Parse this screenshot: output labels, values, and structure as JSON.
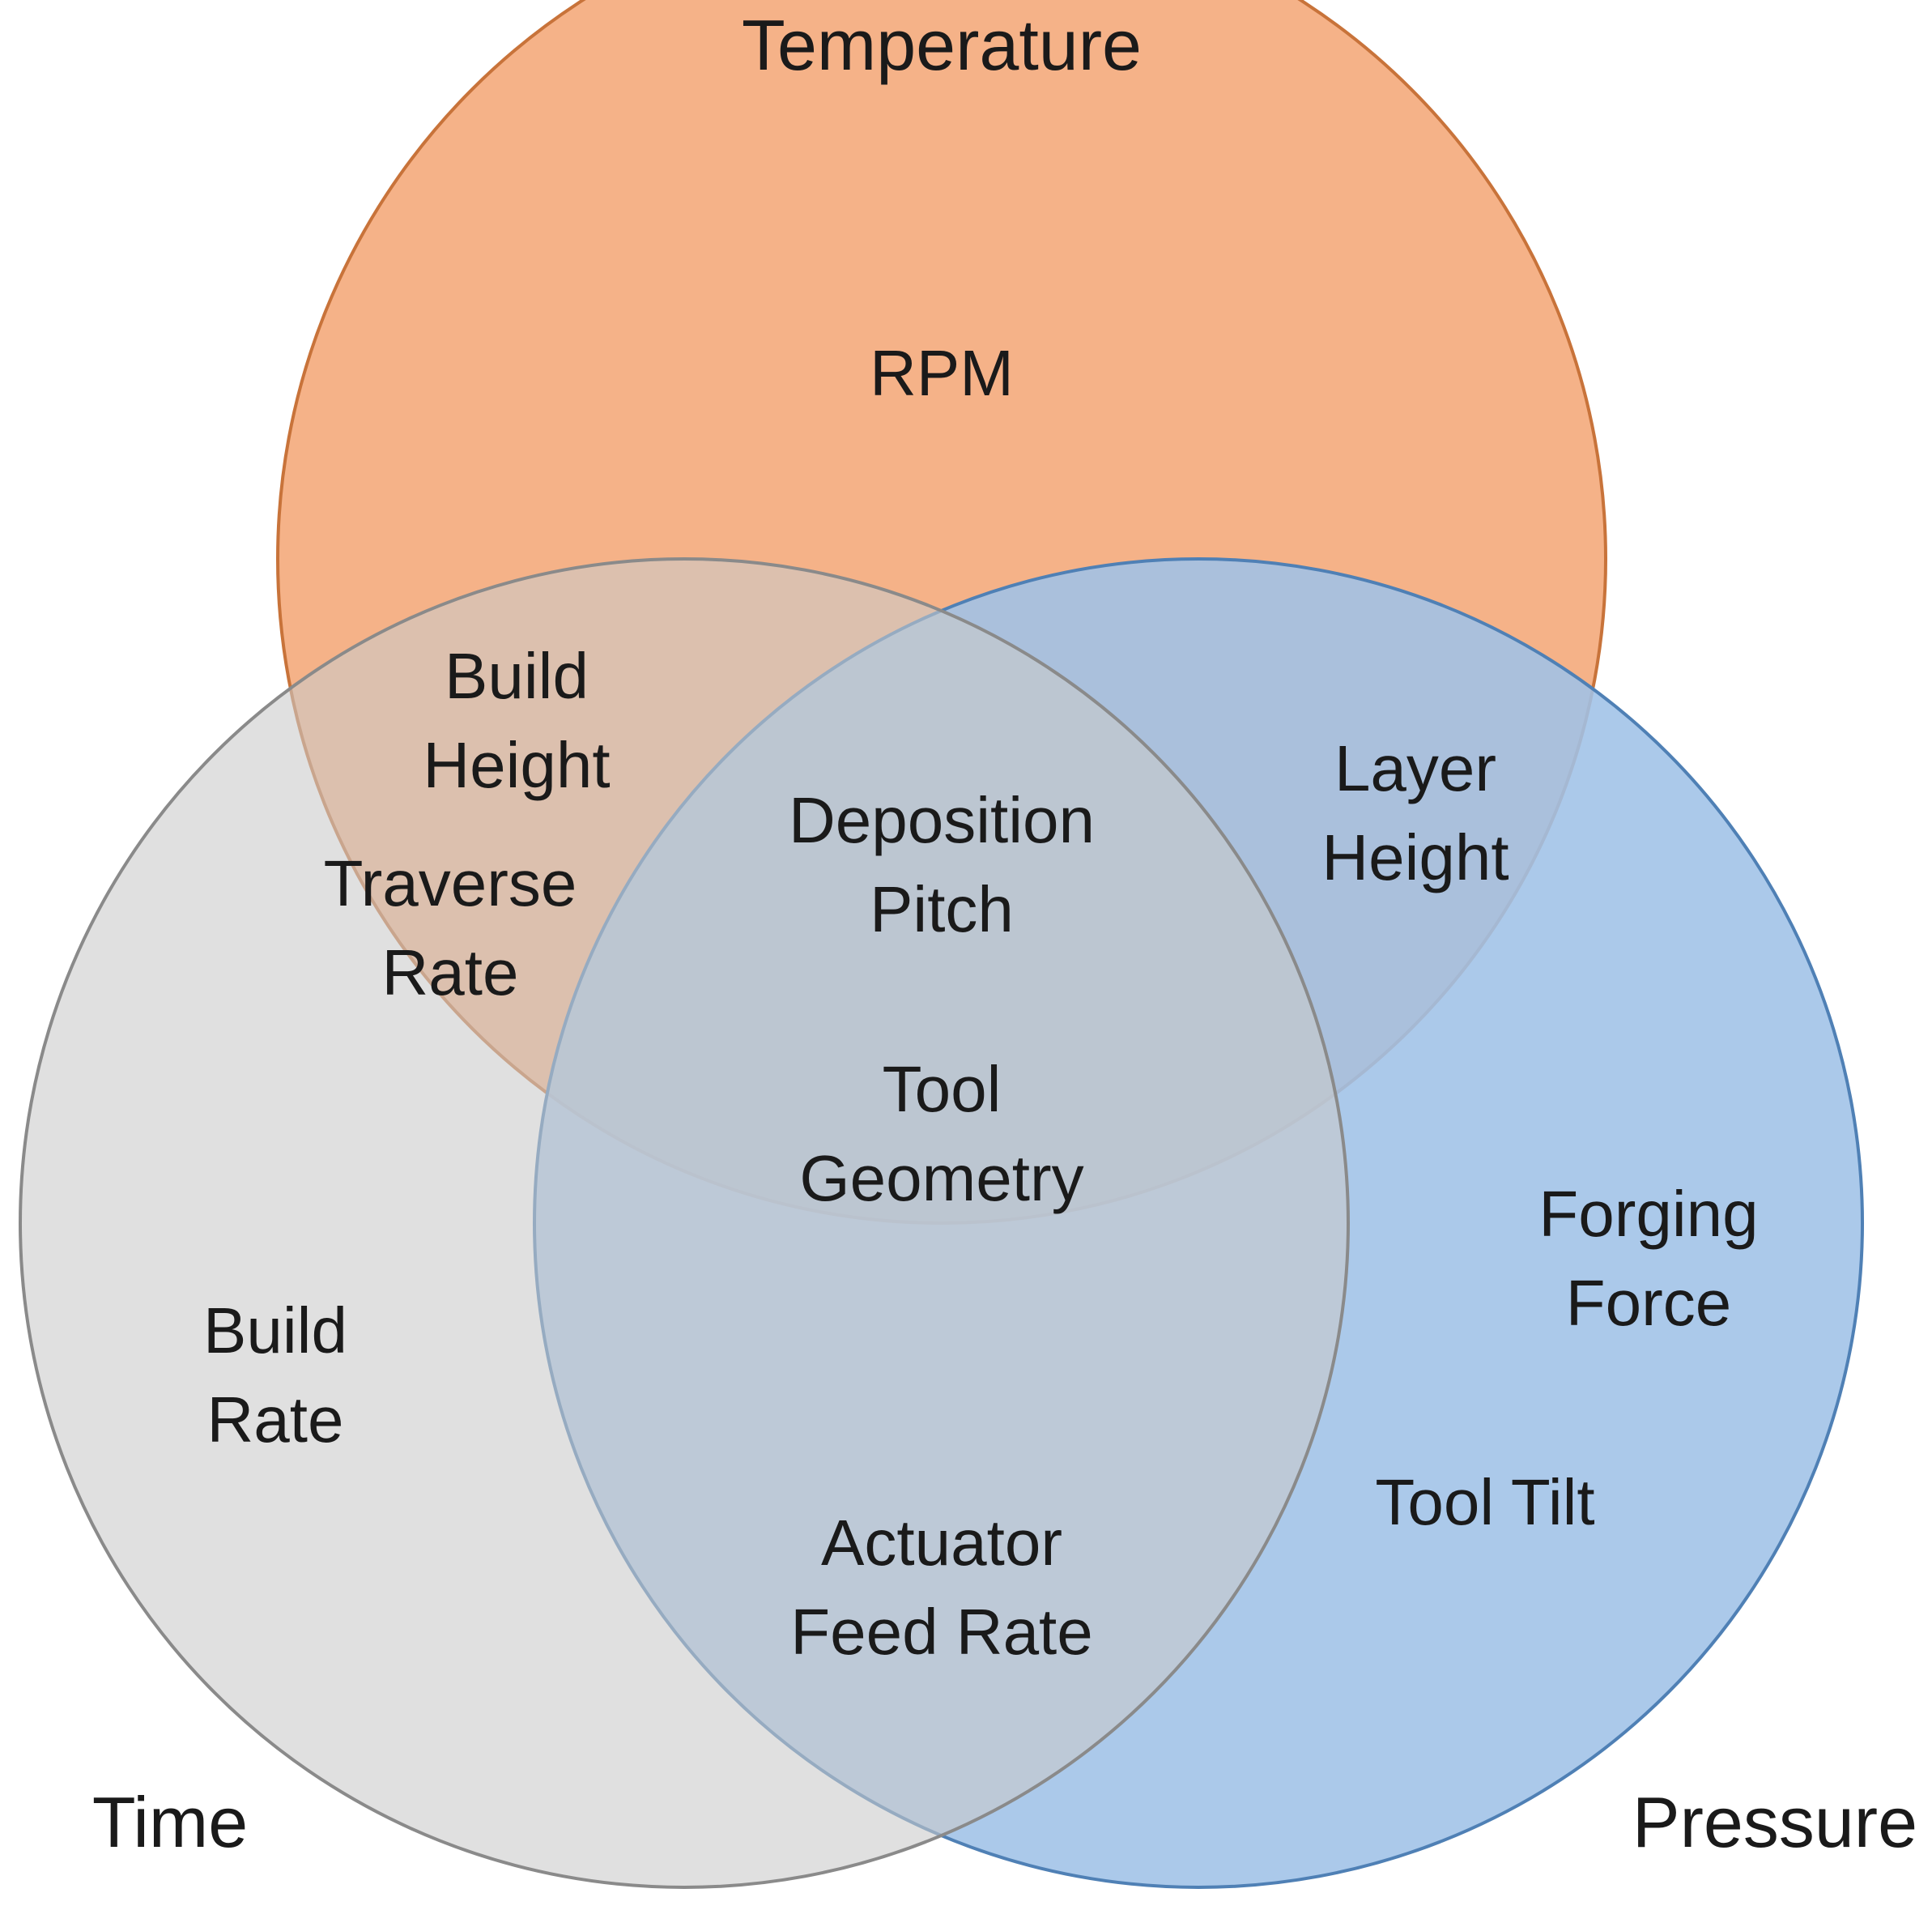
{
  "sets": {
    "temperature": {
      "label": "Temperature",
      "fill": "#f4ae82",
      "stroke": "#c8733a"
    },
    "time": {
      "label": "Time",
      "fill": "#c9c9c9",
      "stroke": "#8a8a8a"
    },
    "pressure": {
      "label": "Pressure",
      "fill": "#9fc2e7",
      "stroke": "#4f80b5"
    }
  },
  "regions": {
    "temperature_only": [
      "RPM"
    ],
    "temperature_time_a": [
      "Build",
      "Height"
    ],
    "temperature_time_b": [
      "Traverse",
      "Rate"
    ],
    "temperature_pressure": [
      "Layer",
      "Height"
    ],
    "all_a": [
      "Deposition",
      "Pitch"
    ],
    "all_b": [
      "Tool",
      "Geometry"
    ],
    "time_only": [
      "Build",
      "Rate"
    ],
    "pressure_only_a": [
      "Forging",
      "Force"
    ],
    "pressure_only_b": [
      "Tool Tilt"
    ],
    "time_pressure": [
      "Actuator",
      "Feed Rate"
    ]
  }
}
